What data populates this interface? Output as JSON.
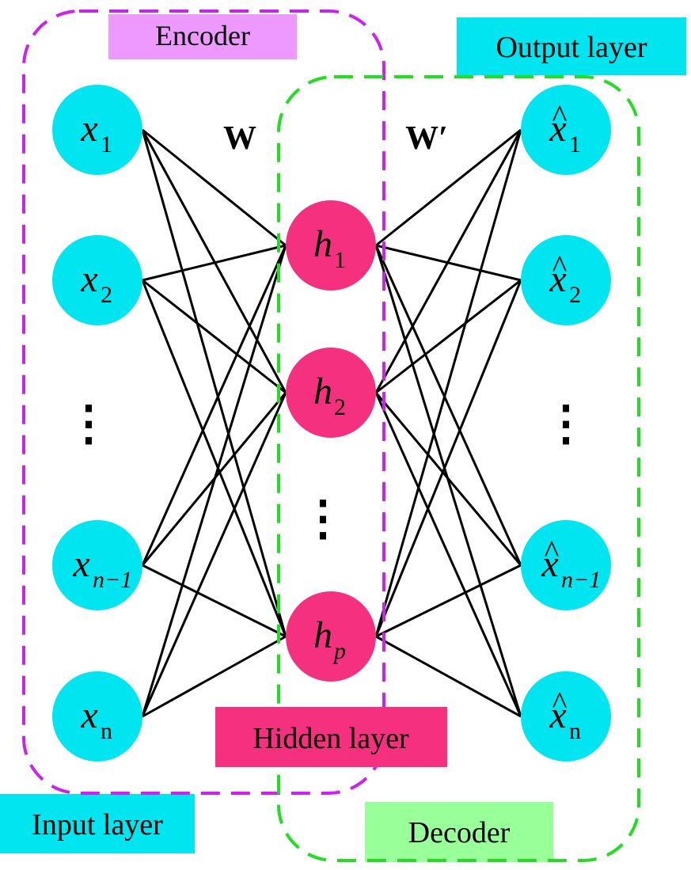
{
  "labels": {
    "encoder": "Encoder",
    "output_layer": "Output layer",
    "hidden_layer": "Hidden layer",
    "input_layer": "Input layer",
    "decoder": "Decoder"
  },
  "weights": {
    "encoder": "W",
    "decoder": "W′"
  },
  "colors": {
    "cyan": "#00e5f0",
    "pink": "#f5317f",
    "encoder_box": "#ee99ff",
    "decoder_box": "#99ff99",
    "encoder_border": "#cc22ee",
    "decoder_border": "#22dd22"
  },
  "input_nodes": [
    {
      "base": "x",
      "sub": "1"
    },
    {
      "base": "x",
      "sub": "2"
    },
    {
      "base": "x",
      "sub": "n−1"
    },
    {
      "base": "x",
      "sub": "n"
    }
  ],
  "hidden_nodes": [
    {
      "base": "h",
      "sub": "1"
    },
    {
      "base": "h",
      "sub": "2"
    },
    {
      "base": "h",
      "sub": "p"
    }
  ],
  "output_nodes": [
    {
      "base": "x",
      "sub": "1",
      "hat": "^"
    },
    {
      "base": "x",
      "sub": "2",
      "hat": "^"
    },
    {
      "base": "x",
      "sub": "n−1",
      "hat": "^"
    },
    {
      "base": "x",
      "sub": "n",
      "hat": "^"
    }
  ],
  "ellipsis": "⋮"
}
